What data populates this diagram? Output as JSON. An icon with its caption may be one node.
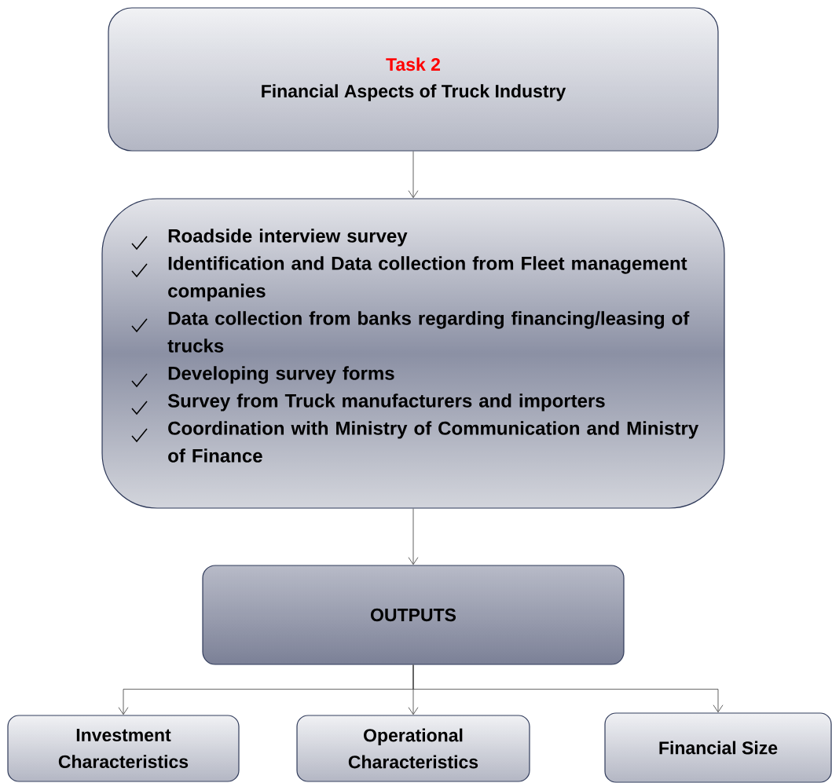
{
  "diagram": {
    "nodes": [
      {
        "text": [
          "Task 2",
          "Financial Aspects of Truck Industry"
        ]
      },
      {
        "text": [
          "Roadside interview survey",
          "Identification and  Data collection from Fleet management companies",
          "Data collection from banks regarding financing/leasing of trucks",
          "Developing survey forms",
          "Survey from Truck manufacturers and importers",
          "Coordination with Ministry of Communication and Ministry of Finance"
        ]
      },
      {
        "text": [
          "OUTPUTS"
        ]
      },
      {
        "text": [
          "Investment Characteristics"
        ]
      },
      {
        "text": [
          "Operational Characteristics"
        ]
      },
      {
        "text": [
          "Financial Size"
        ]
      }
    ],
    "edges": [
      {
        "from": 0,
        "to": 1,
        "arrow": "to"
      },
      {
        "from": 1,
        "to": 2,
        "arrow": "to"
      },
      {
        "from": 2,
        "to": 3,
        "arrow": "to"
      },
      {
        "from": 2,
        "to": 4,
        "arrow": "to"
      },
      {
        "from": 2,
        "to": 5,
        "arrow": "to"
      }
    ]
  }
}
